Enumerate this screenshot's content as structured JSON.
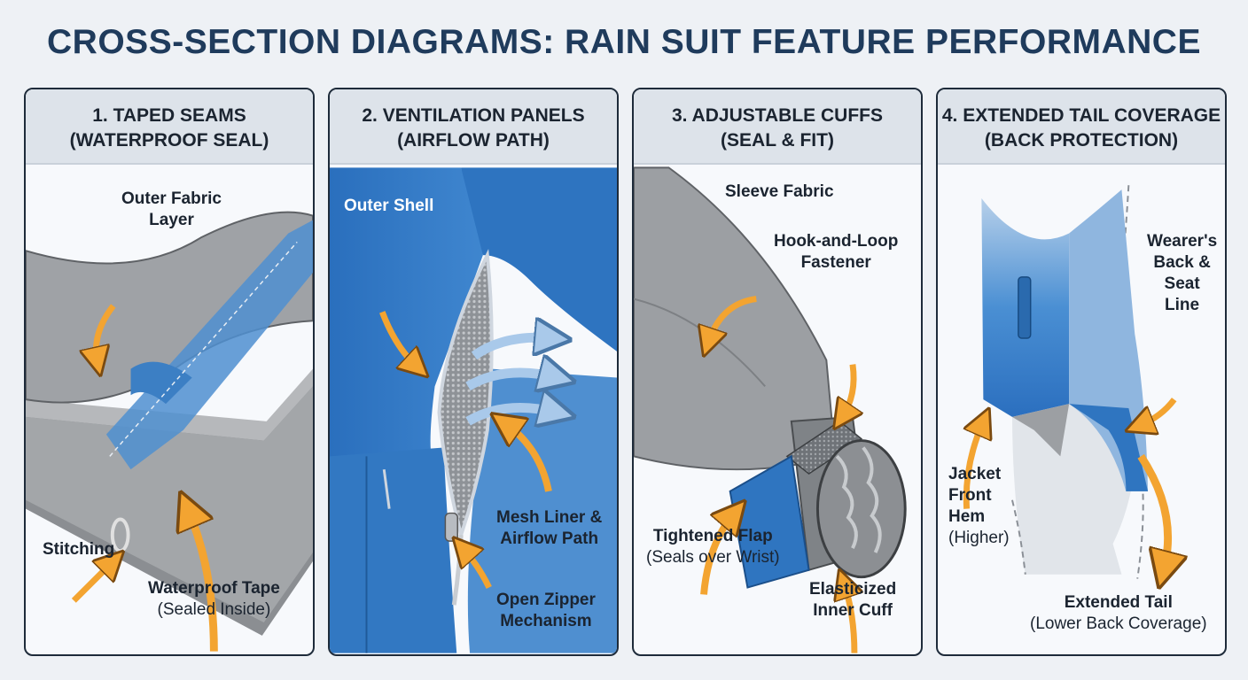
{
  "title": "CROSS-SECTION DIAGRAMS: RAIN SUIT FEATURE PERFORMANCE",
  "colors": {
    "navy": "#1f3b5c",
    "blue": "#2f75c0",
    "gray": "#9a9da2",
    "orange": "#f3a431"
  },
  "panels": [
    {
      "heading_line1": "1. TAPED SEAMS",
      "heading_line2": "(WATERPROOF SEAL)",
      "labels": {
        "outer_fabric_1": "Outer Fabric",
        "outer_fabric_2": "Layer",
        "stitching": "Stitching",
        "tape": "Waterproof Tape",
        "tape_sub": "(Sealed Inside)"
      }
    },
    {
      "heading_line1": "2. VENTILATION PANELS",
      "heading_line2": "(AIRFLOW PATH)",
      "labels": {
        "outer_shell": "Outer Shell",
        "mesh_1": "Mesh Liner &",
        "mesh_2": "Airflow Path",
        "zipper_1": "Open Zipper",
        "zipper_2": "Mechanism"
      }
    },
    {
      "heading_line1": "3. ADJUSTABLE CUFFS",
      "heading_line2": "(SEAL & FIT)",
      "labels": {
        "sleeve": "Sleeve Fabric",
        "hook_1": "Hook-and-Loop",
        "hook_2": "Fastener",
        "flap": "Tightened Flap",
        "flap_sub": "(Seals over Wrist)",
        "elastic_1": "Elasticized",
        "elastic_2": "Inner Cuff"
      }
    },
    {
      "heading_line1": "4. EXTENDED TAIL COVERAGE",
      "heading_line2": "(BACK PROTECTION)",
      "labels": {
        "back_1": "Wearer's",
        "back_2": "Back &",
        "back_3": "Seat",
        "back_4": "Line",
        "front_1": "Jacket",
        "front_2": "Front",
        "front_3": "Hem",
        "front_sub": "(Higher)",
        "tail": "Extended Tail",
        "tail_sub": "(Lower Back Coverage)"
      }
    }
  ]
}
